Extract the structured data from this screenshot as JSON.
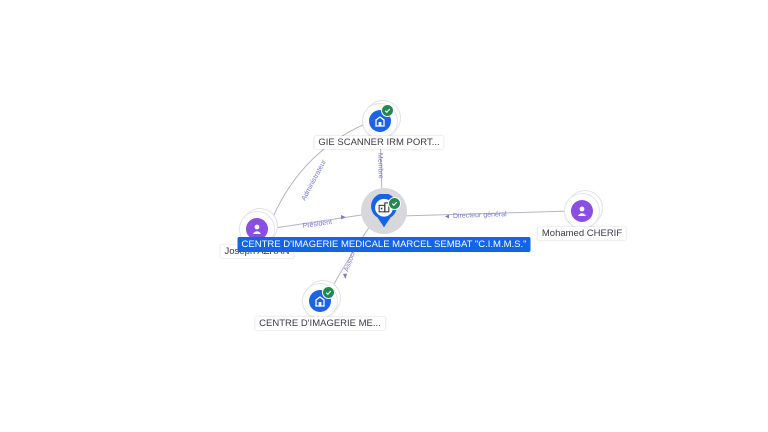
{
  "nodes": {
    "center": {
      "label": "CENTRE D'IMAGERIE MEDICALE MARCEL SEMBAT \"C.I.M.M.S.\"",
      "type": "company",
      "icon": "building-icon",
      "verified": true
    },
    "gie": {
      "label": "GIE SCANNER IRM PORT...",
      "type": "company",
      "icon": "building-icon",
      "verified": true
    },
    "centre2": {
      "label": "CENTRE D'IMAGERIE ME...",
      "type": "company",
      "icon": "building-icon",
      "verified": true
    },
    "joseph": {
      "label": "Joseph AZRAN",
      "type": "person",
      "icon": "person-icon"
    },
    "mohamed": {
      "label": "Mohamed CHERIF",
      "type": "person",
      "icon": "person-icon"
    }
  },
  "edges": {
    "administrateur": "Administrateur",
    "membre": "Membre",
    "president": "Président",
    "directeur": "Directeur général",
    "associe": "Associé"
  },
  "colors": {
    "company": "#1c63e8",
    "person": "#8a4fe0",
    "verified": "#1f8a4c",
    "edge_label": "#7a7ad6",
    "primary_label_bg": "#1464e6"
  }
}
